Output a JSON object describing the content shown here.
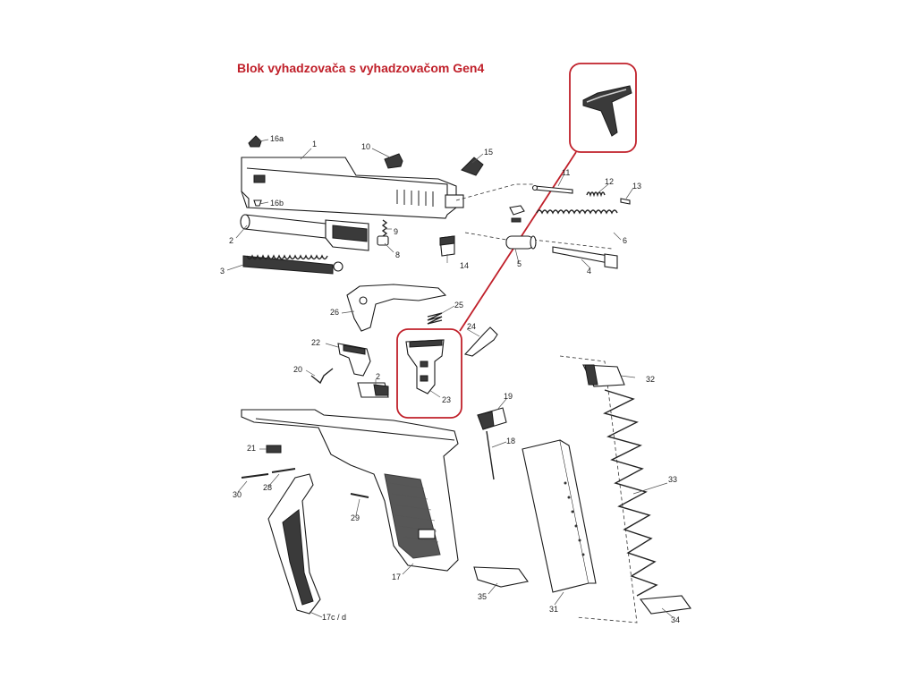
{
  "title": "Blok vyhadzovača s vyhadzovačom Gen4",
  "colors": {
    "title": "#c0202a",
    "highlight": "#c0202a",
    "line": "#1a1a1a",
    "fill_dark": "#3a3a3a",
    "fill_mid": "#9a9a9a"
  },
  "labels": {
    "p1": "1",
    "p2": "2",
    "p3": "3",
    "p4": "4",
    "p5": "5",
    "p6": "6",
    "p8": "8",
    "p9": "9",
    "p10": "10",
    "p11": "11",
    "p12": "12",
    "p13": "13",
    "p14": "14",
    "p15": "15",
    "p16a": "16a",
    "p16b": "16b",
    "p17": "17",
    "p17cd": "17c / d",
    "p18": "18",
    "p19": "19",
    "p20": "20",
    "p21": "21",
    "p22": "22",
    "p23": "23",
    "p24": "24",
    "p25": "25",
    "p26": "26",
    "p27": "2",
    "p28": "28",
    "p29": "29",
    "p30": "30",
    "p31": "31",
    "p32": "32",
    "p33": "33",
    "p34": "34",
    "p35": "35"
  }
}
